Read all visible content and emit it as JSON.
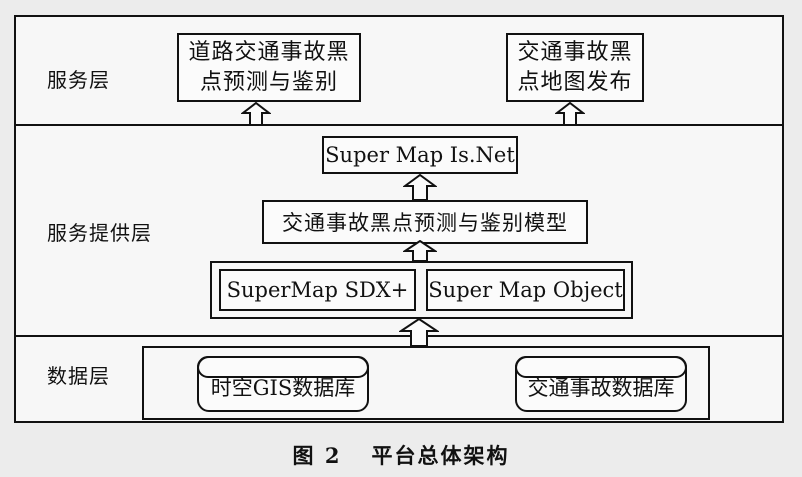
{
  "layers": {
    "service": "服务层",
    "provider": "服务提供层",
    "data": "数据层"
  },
  "service_boxes": {
    "blackspot_predict": [
      "道路交通事故黑",
      "点预测与鉴别"
    ],
    "map_publish": [
      "交通事故黑",
      "点地图发布"
    ]
  },
  "provider_boxes": {
    "isnet": "Super Map Is.Net",
    "model": "交通事故黑点预测与鉴别模型",
    "sdx": "SuperMap SDX+",
    "object": "Super Map Object"
  },
  "databases": {
    "spatiotemporal": "时空GIS数据库",
    "accidents": "交通事故数据库"
  },
  "caption": {
    "number": "图 2",
    "title": "平台总体架构"
  }
}
